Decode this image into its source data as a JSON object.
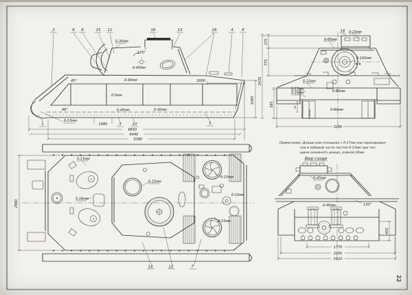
{
  "drawing": {
    "stamp": "22",
    "note_line1": "Примечание:  Днище или сплошное с δ-17мм или экранирован-",
    "note_line2": "ное в лобовой части листом δ-13мм при тол-",
    "note_line3": "щине основного днища, равной 20мм"
  },
  "side": {
    "callouts_top": [
      "2",
      "6",
      "9",
      "15",
      "11",
      "16",
      "13",
      "18",
      "4",
      "8"
    ],
    "callouts_bottom": [
      "1",
      "3",
      "10",
      "5"
    ],
    "mantlet_top": "δ-30мм",
    "turret_angle": "175°",
    "turret_side": "δ-45мм",
    "sponson_side": "δ-40мм",
    "skirt": "δ-5мм",
    "hull_side_lower": "δ-40мм",
    "hull_rear_bottom": "δ-30мм",
    "nose_bottom": "δ-13мм",
    "glacis_angle": "45°",
    "nose_angle": "46°",
    "wheel_spacing": "1480",
    "rear_deck_dim": "3000",
    "rear_height": "1085",
    "length_outer": "6650",
    "length_mid": "6440",
    "length_hull": "5380"
  },
  "front": {
    "cupola_callout": "16",
    "cupola_roof": "δ-23мм",
    "turret_roof": "δ-65мм",
    "mantlet": "δ-100мм",
    "hull_roof": "δ-15мм",
    "fender": "δ-15мм",
    "sponson_bottom": "δ-16мм",
    "glacis_upper": "δ-80мм",
    "glacis_lower": "δ-60мм",
    "nose_strip": "δ-60мм",
    "width": "3290",
    "h_cupola": "275",
    "h_turret": "775",
    "h_total": "2435",
    "h_lower": "585",
    "h_step": "50"
  },
  "plan": {
    "hull_roof": "δ-15мм",
    "driver_plate": "δ-16мм",
    "turret_roof": "δ-15мм",
    "deck_1": "δ-15мм",
    "deck_2": "δ-15мм",
    "deck_3": "δ-15мм",
    "width": "2960",
    "callouts": [
      "14",
      "12",
      "7"
    ],
    "circled": [
      "6",
      "9"
    ]
  },
  "rear": {
    "title": "Вид сзади",
    "turret_rear": "δ-45мм",
    "hull_rear": "δ-40мм",
    "corner_angle": "130°",
    "dim_inner": "1770",
    "dim_mid": "3250",
    "dim_outer": "3420",
    "dim_height": "450"
  }
}
